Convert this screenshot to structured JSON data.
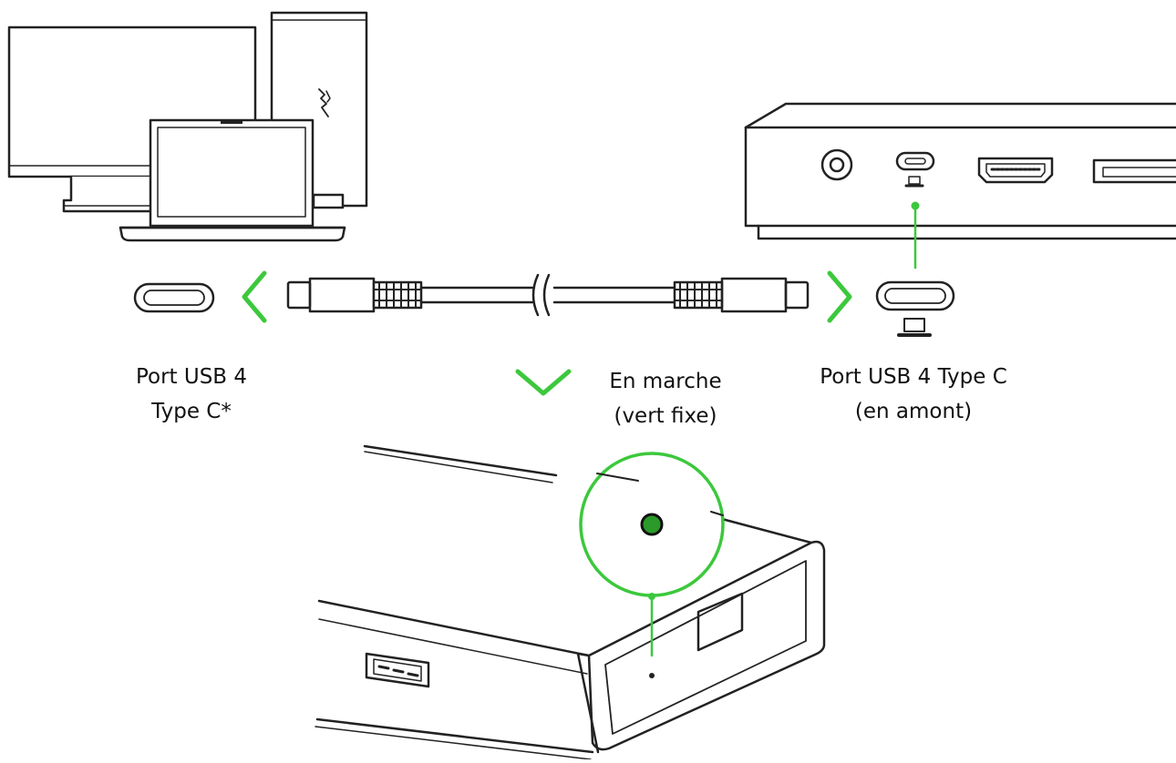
{
  "labels": {
    "host_port_line1": "Port USB 4",
    "host_port_line2": "Type C*",
    "dock_port_line1": "Port USB 4 Type C",
    "dock_port_line2": "(en amont)",
    "status_line1": "En marche",
    "status_line2": "(vert fixe)"
  },
  "colors": {
    "accent": "#3cc83c",
    "led": "#2a9a2a",
    "line": "#222222"
  },
  "icons": {
    "host_devices": "monitor-tower-laptop-icon",
    "dock_rear": "dock-rear-panel-icon",
    "cable": "usb-c-cable-icon",
    "dock_front": "dock-front-icon"
  }
}
